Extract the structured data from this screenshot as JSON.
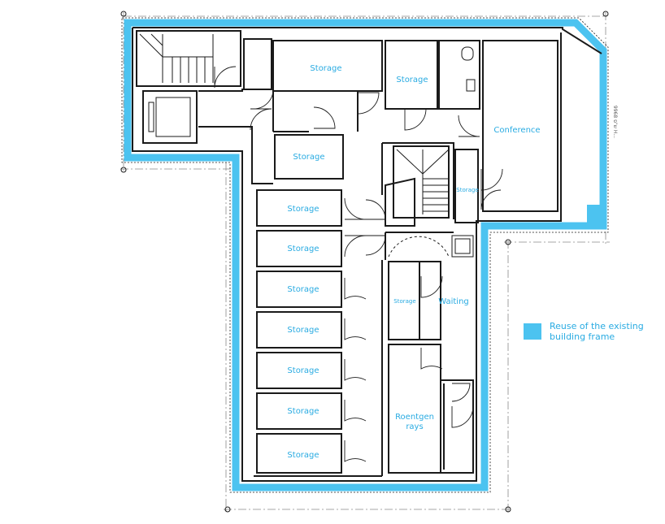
{
  "rooms": {
    "storage_top": "Storage",
    "storage_top_right": "Storage",
    "conference": "Conference",
    "storage_mid": "Storage",
    "storage_small_right": "Storage",
    "storage_row": [
      "Storage",
      "Storage",
      "Storage",
      "Storage",
      "Storage",
      "Storage",
      "Storage"
    ],
    "storage_waiting_side": "Storage",
    "waiting": "Waiting",
    "roentgen_line1": "Roentgen",
    "roentgen_line2": "rays"
  },
  "legend": {
    "line1": "Reuse of the existing",
    "line2": "building frame",
    "swatch_color": "#4cc3f0"
  },
  "dimension_label": "9968 ש\"ס H...",
  "colors": {
    "frame": "#4cc3f0",
    "label": "#29abe2",
    "wall": "#1a1a1a"
  }
}
